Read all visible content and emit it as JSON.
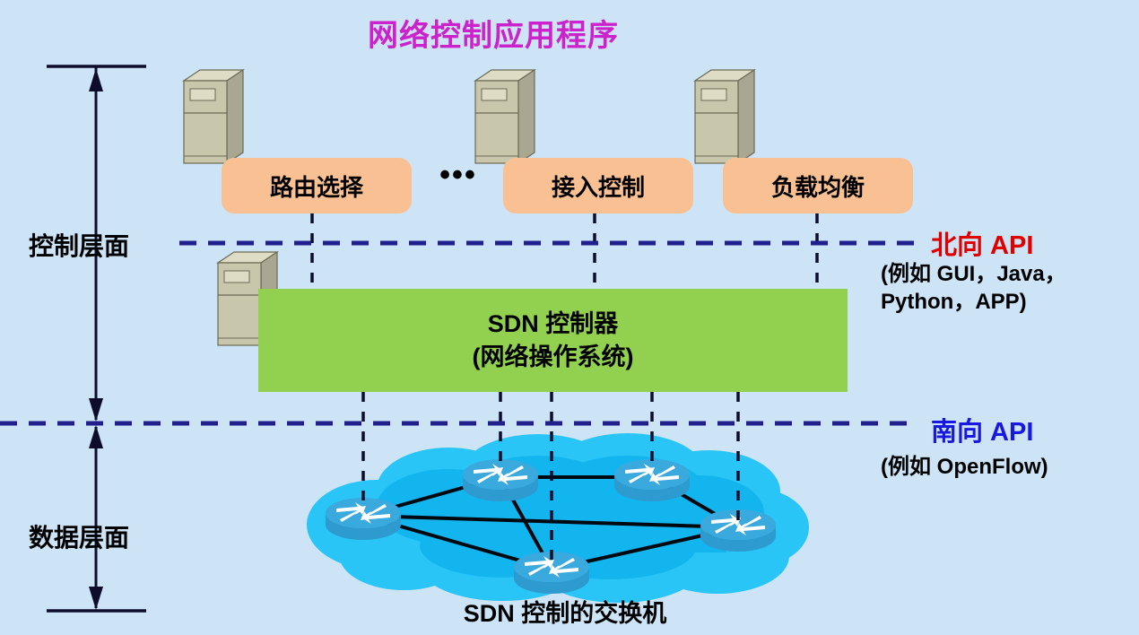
{
  "diagram": {
    "title": "网络控制应用程序",
    "background_color": "#cce4f6",
    "planes": {
      "control": "控制层面",
      "data": "数据层面"
    },
    "apps": [
      {
        "label": "路由选择"
      },
      {
        "label": "接入控制"
      },
      {
        "label": "负载均衡"
      }
    ],
    "app_ellipsis": "•••",
    "controller": {
      "line1": "SDN 控制器",
      "line2": "(网络操作系统)",
      "color": "#92d050"
    },
    "northbound": {
      "title": "北向 API",
      "subtitle_line1": "(例如 GUI，Java，",
      "subtitle_line2": "Python，APP)",
      "color": "#e00000"
    },
    "southbound": {
      "title": "南向 API",
      "subtitle": "(例如 OpenFlow)",
      "color": "#1818e0"
    },
    "switch_caption": "SDN 控制的交换机",
    "colors": {
      "title": "#cc22cc",
      "app_box": "#f9c193",
      "controller": "#92d050",
      "cloud": "#29c5f6",
      "cloud_inner": "#13b5ef",
      "switch_body": "#2e9bd0",
      "switch_top": "#3aa9dd",
      "api_divider": "#20208c",
      "server_face": "#c8c6ab"
    }
  }
}
